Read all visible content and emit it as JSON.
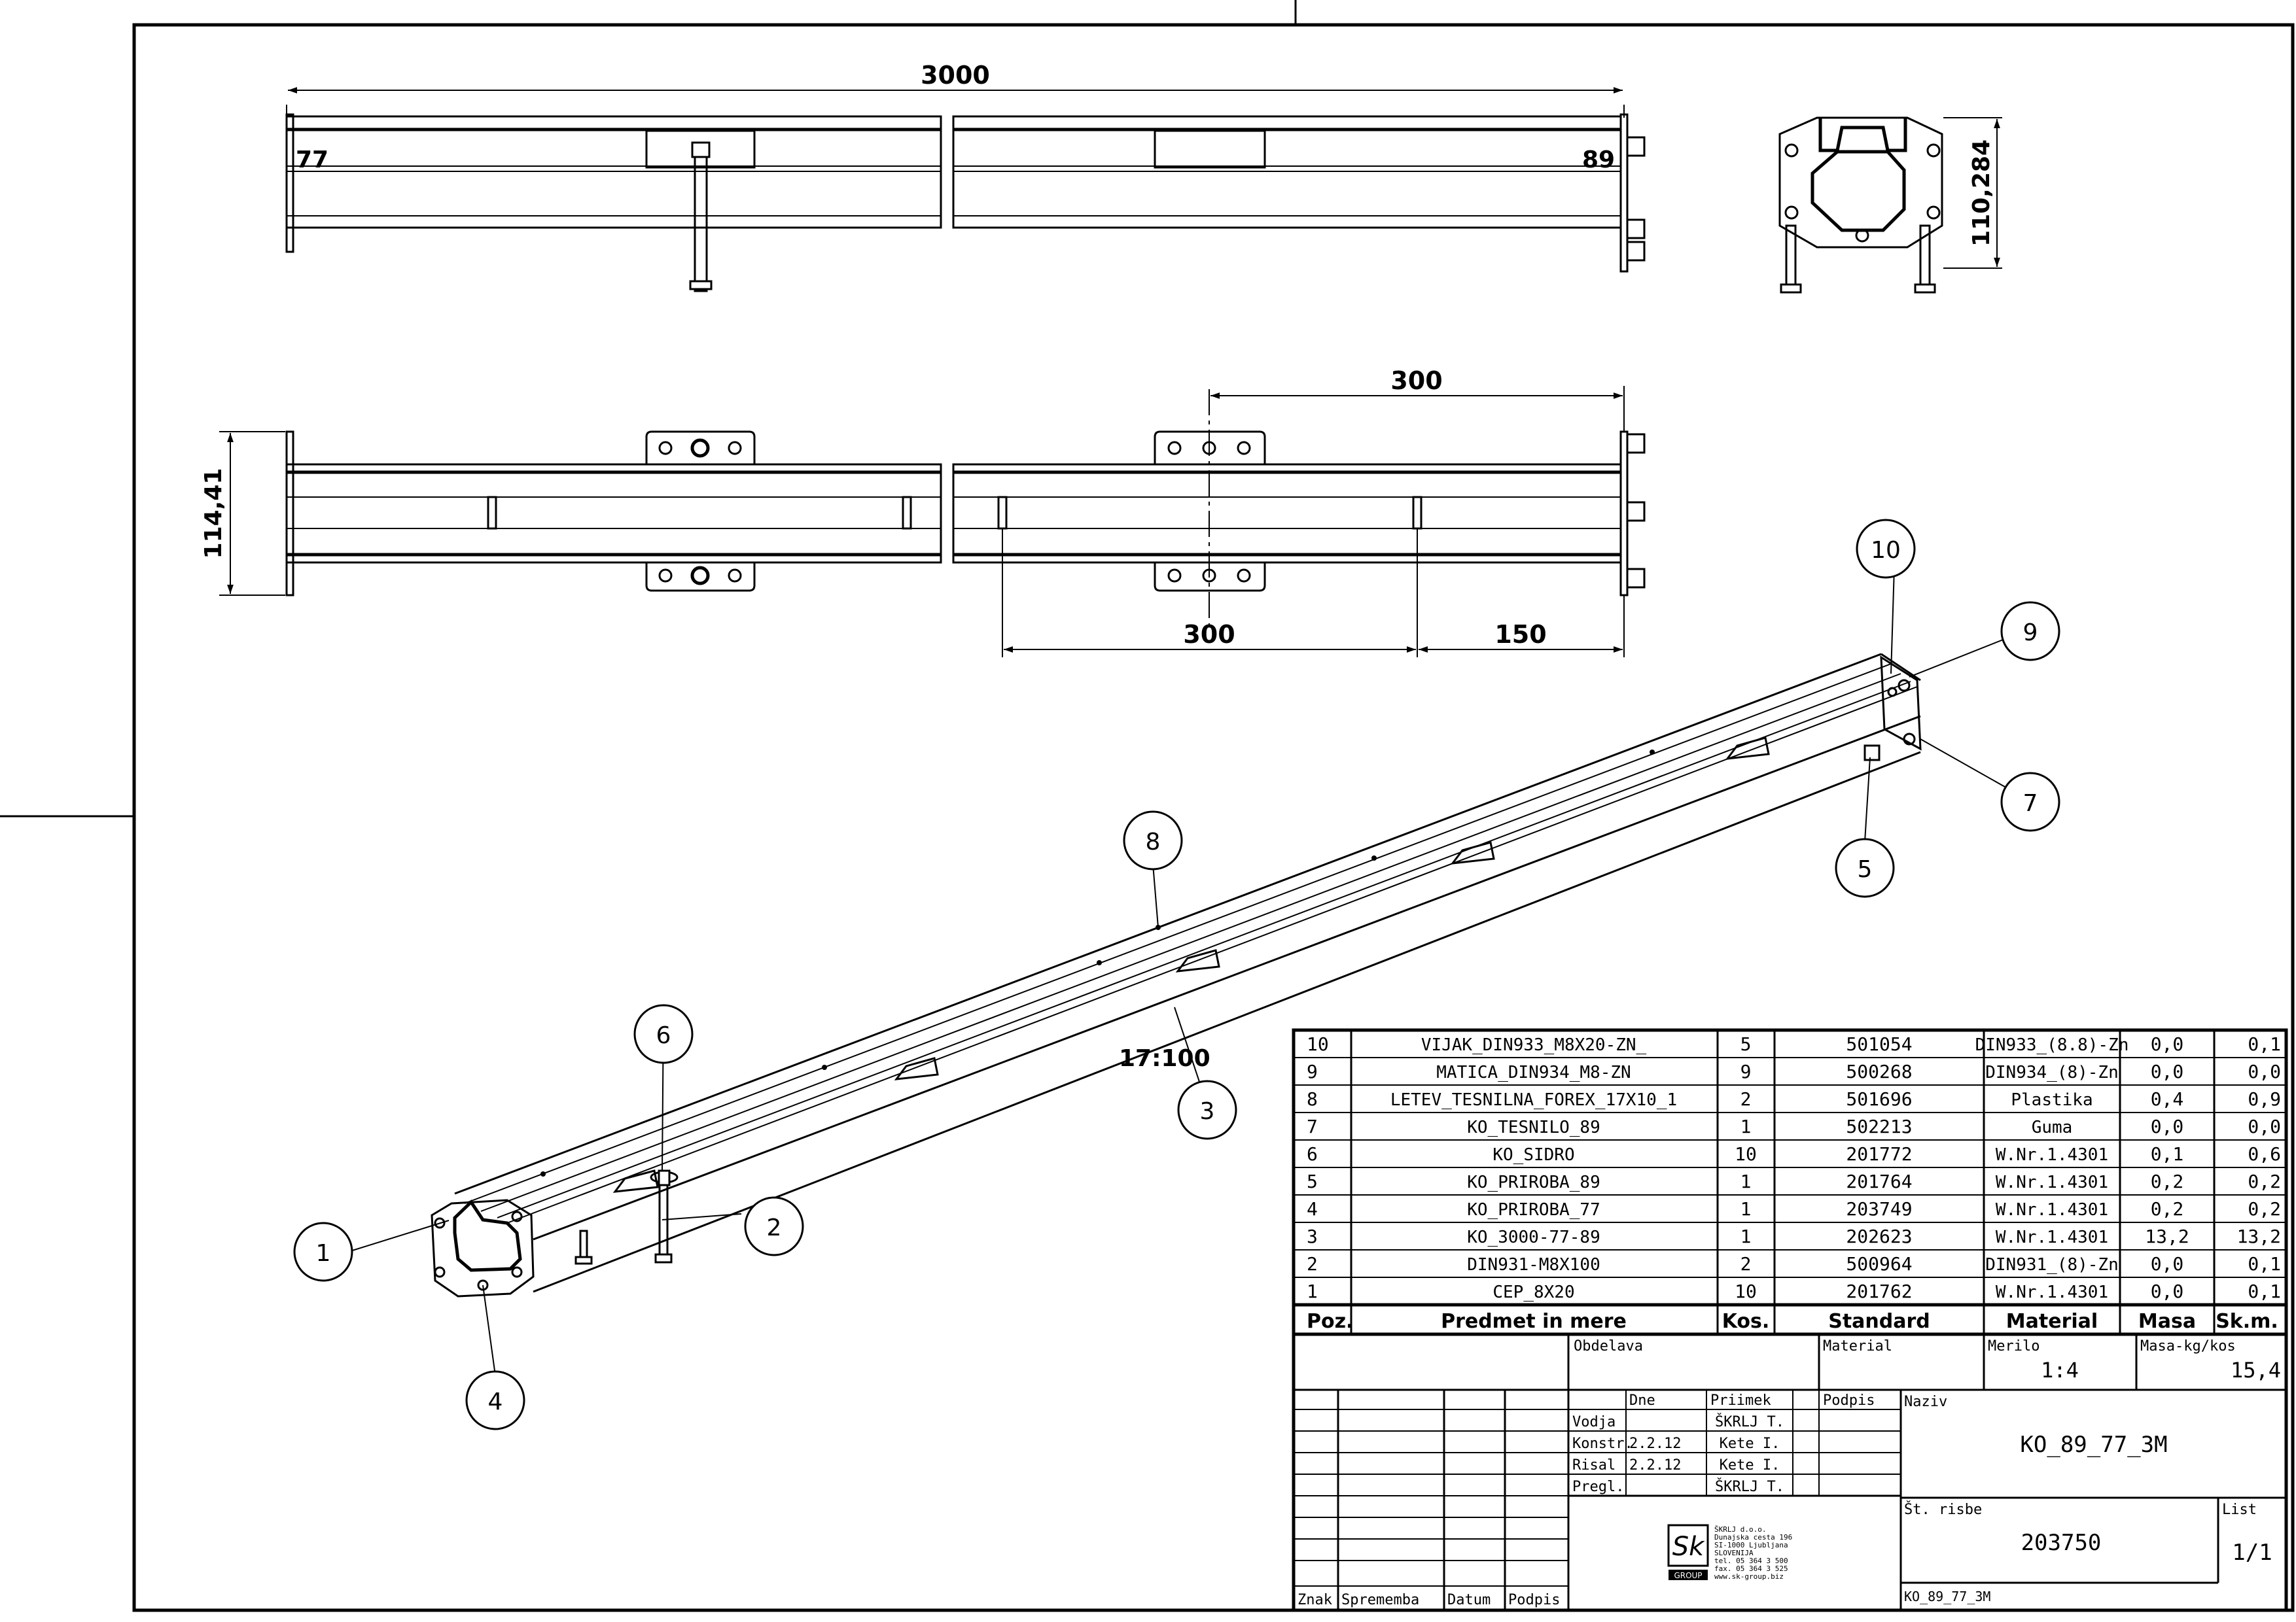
{
  "drawing": {
    "dimensions": {
      "overall_length": "3000",
      "end_height": "110,284",
      "side_height": "114,41",
      "pitch_top": "300",
      "pitch_bottom": "300",
      "end_offset": "150"
    },
    "end_labels": {
      "left": "77",
      "right": "89"
    },
    "slope": "17:100",
    "balloons": [
      "1",
      "2",
      "3",
      "4",
      "5",
      "6",
      "7",
      "8",
      "9",
      "10"
    ]
  },
  "bom": {
    "headers": {
      "pos": "Poz.",
      "item": "Predmet in mere",
      "qty": "Kos.",
      "standard": "Standard",
      "material": "Material",
      "mass": "Masa",
      "total": "Sk.m."
    },
    "rows": [
      {
        "pos": "10",
        "item": "VIJAK_DIN933_M8X20-ZN_",
        "qty": "5",
        "standard": "501054",
        "material": "DIN933_(8.8)-Zn",
        "mass": "0,0",
        "total": "0,1"
      },
      {
        "pos": "9",
        "item": "MATICA_DIN934_M8-ZN",
        "qty": "9",
        "standard": "500268",
        "material": "DIN934_(8)-Zn",
        "mass": "0,0",
        "total": "0,0"
      },
      {
        "pos": "8",
        "item": "LETEV_TESNILNA_FOREX_17X10_1",
        "qty": "2",
        "standard": "501696",
        "material": "Plastika",
        "mass": "0,4",
        "total": "0,9"
      },
      {
        "pos": "7",
        "item": "KO_TESNILO_89",
        "qty": "1",
        "standard": "502213",
        "material": "Guma",
        "mass": "0,0",
        "total": "0,0"
      },
      {
        "pos": "6",
        "item": "KO_SIDRO",
        "qty": "10",
        "standard": "201772",
        "material": "W.Nr.1.4301",
        "mass": "0,1",
        "total": "0,6"
      },
      {
        "pos": "5",
        "item": "KO_PRIROBA_89",
        "qty": "1",
        "standard": "201764",
        "material": "W.Nr.1.4301",
        "mass": "0,2",
        "total": "0,2"
      },
      {
        "pos": "4",
        "item": "KO_PRIROBA_77",
        "qty": "1",
        "standard": "203749",
        "material": "W.Nr.1.4301",
        "mass": "0,2",
        "total": "0,2"
      },
      {
        "pos": "3",
        "item": "KO_3000-77-89",
        "qty": "1",
        "standard": "202623",
        "material": "W.Nr.1.4301",
        "mass": "13,2",
        "total": "13,2"
      },
      {
        "pos": "2",
        "item": "DIN931-M8X100",
        "qty": "2",
        "standard": "500964",
        "material": "DIN931_(8)-Zn",
        "mass": "0,0",
        "total": "0,1"
      },
      {
        "pos": "1",
        "item": "CEP_8X20",
        "qty": "10",
        "standard": "201762",
        "material": "W.Nr.1.4301",
        "mass": "0,0",
        "total": "0,1"
      }
    ]
  },
  "title_block": {
    "obdelava": "Obdelava",
    "material_label": "Material",
    "merilo_label": "Merilo",
    "merilo": "1:4",
    "masa_label": "Masa-kg/kos",
    "masa": "15,4",
    "dne": "Dne",
    "priimek": "Priimek",
    "podpis": "Podpis",
    "naziv_label": "Naziv",
    "naziv": "KO_89_77_3M",
    "roles": [
      {
        "role": "Vodja",
        "date": "",
        "name": "ŠKRLJ T."
      },
      {
        "role": "Konstr.",
        "date": "2.2.12",
        "name": "Kete I."
      },
      {
        "role": "Risal",
        "date": "2.2.12",
        "name": "Kete I."
      },
      {
        "role": "Pregl.",
        "date": "",
        "name": "ŠKRLJ T."
      }
    ],
    "st_risbe_label": "Št. risbe",
    "st_risbe": "203750",
    "list_label": "List",
    "list": "1/1",
    "file_name": "KO_89_77_3M",
    "revision_headers": {
      "znak": "Znak",
      "sprememba": "Sprememba",
      "datum": "Datum",
      "podpis": "Podpis"
    },
    "company": {
      "logo_text": "GROUP",
      "lines": [
        "ŠKRLJ d.o.o.",
        "Dunajska cesta 196",
        "SI-1000 Ljubljana",
        "SLOVENIJA",
        "tel. 05 364 3 500",
        "fax. 05 364 3 525",
        "www.sk-group.biz"
      ]
    }
  }
}
